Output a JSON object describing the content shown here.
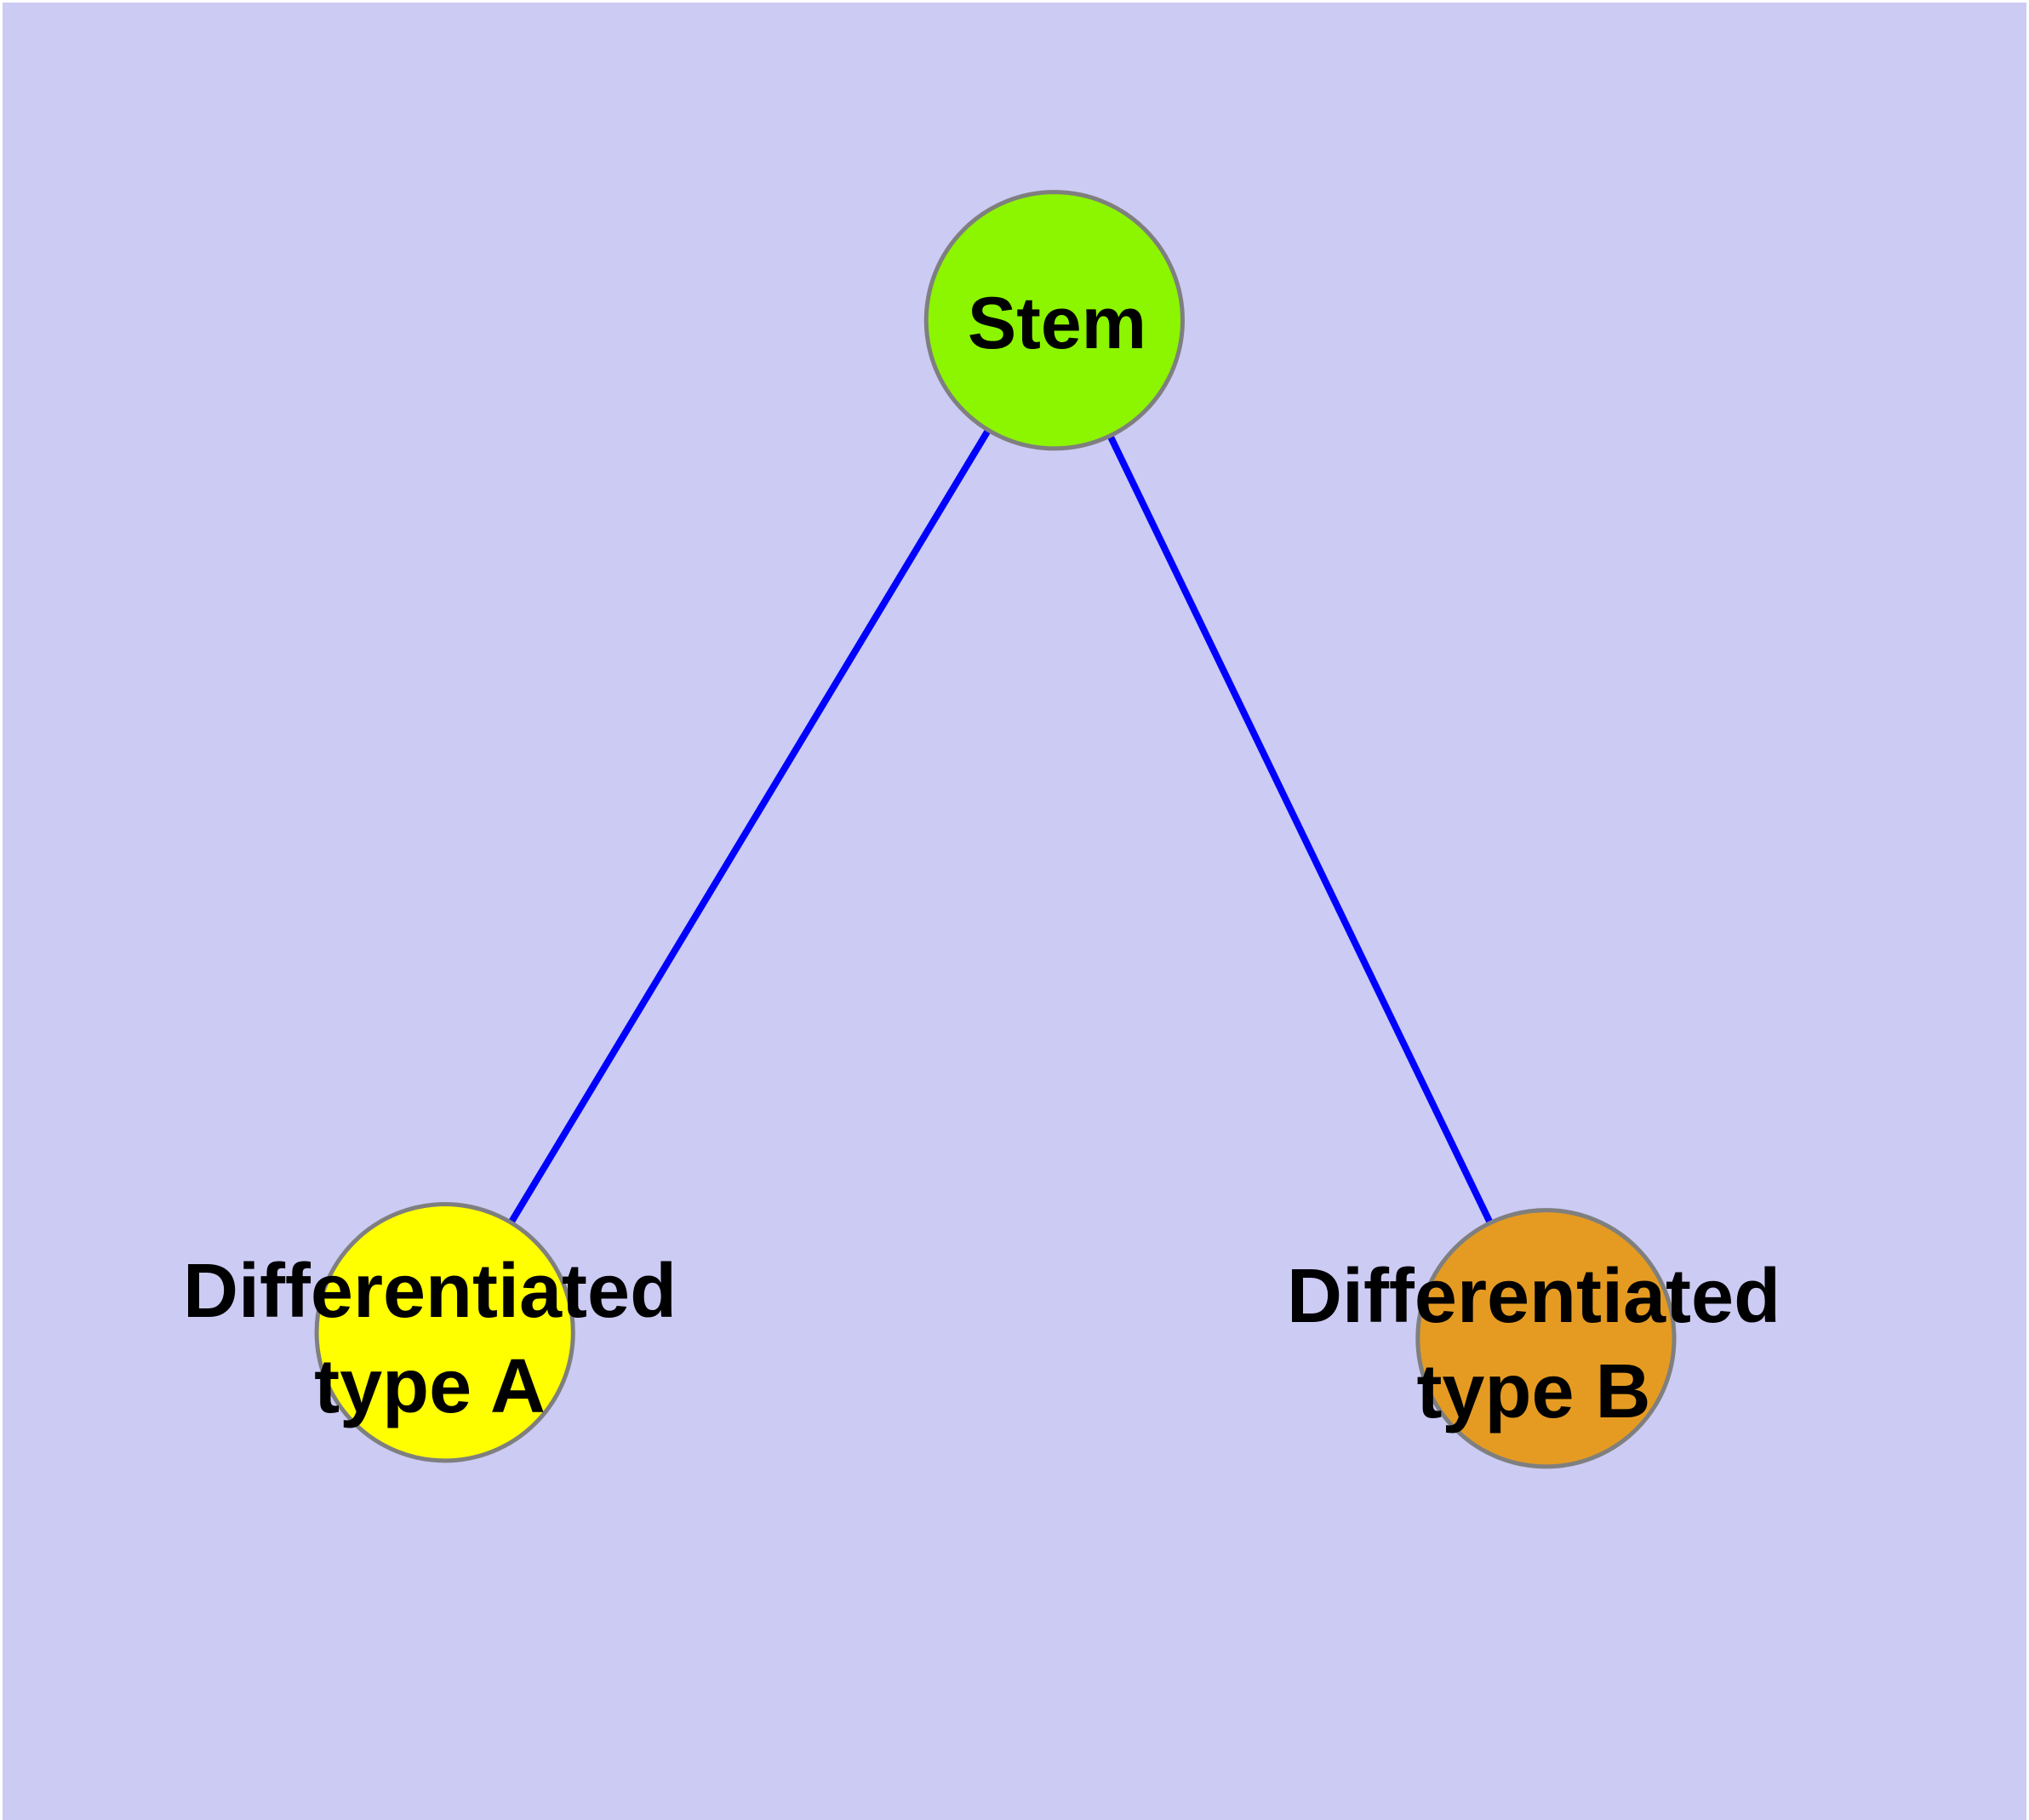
{
  "diagram": {
    "canvas": {
      "background_color": "#cbcbf4",
      "margin_color": "#ffffff",
      "text_color": "#000000"
    },
    "nodes": [
      {
        "id": "stem",
        "label": "Stem",
        "fill_color": "#8cf500",
        "border_color": "#7f7f7f"
      },
      {
        "id": "type-a",
        "label": "Differentiated\ntype A",
        "fill_color": "#ffff00",
        "border_color": "#7f7f7f"
      },
      {
        "id": "type-b",
        "label": "Differentiated\ntype B",
        "fill_color": "#e59b22",
        "border_color": "#7f7f7f"
      }
    ],
    "edges": [
      {
        "from": "Stem",
        "to": "Differentiated type A",
        "color": "#0000ff"
      },
      {
        "from": "Stem",
        "to": "Differentiated type B",
        "color": "#0000ff"
      }
    ]
  }
}
